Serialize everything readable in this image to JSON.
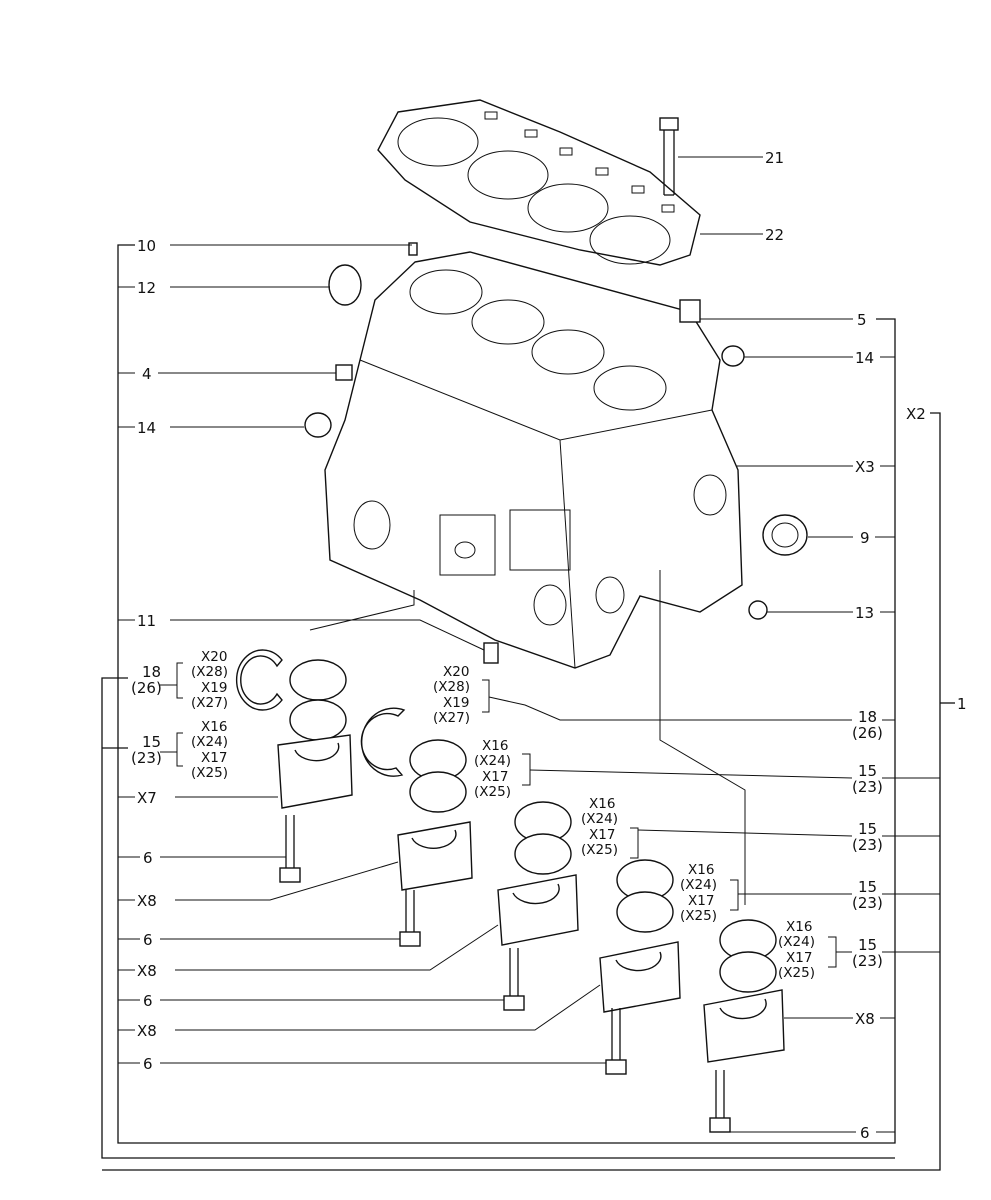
{
  "callouts": {
    "p21": "21",
    "p22": "22",
    "p10": "10",
    "p12": "12",
    "p4": "4",
    "p14_left": "14",
    "p5": "5",
    "p14_right": "14",
    "x2": "X2",
    "x3": "X3",
    "p9": "9",
    "p13": "13",
    "p11": "11",
    "p1": "1",
    "p18_left": "18",
    "p26_left": "(26)",
    "p15_left": "15",
    "p23_left": "(23)",
    "x7": "X7",
    "p6_a": "6",
    "x8_a": "X8",
    "p6_b": "6",
    "x8_b": "X8",
    "p6_c": "6",
    "x8_c": "X8",
    "p6_d": "6",
    "p6_e": "6",
    "x8_right": "X8",
    "p18_right": "18",
    "p26_right": "(26)",
    "p15_r1": "15",
    "p23_r1": "(23)",
    "p15_r2": "15",
    "p23_r2": "(23)",
    "p15_r3": "15",
    "p23_r3": "(23)",
    "p15_r4": "15",
    "p23_r4": "(23)"
  },
  "groups": {
    "thrust_left": [
      "X20",
      "(X28)",
      "X19",
      "(X27)"
    ],
    "bearing_left": [
      "X16",
      "(X24)",
      "X17",
      "(X25)"
    ],
    "thrust_center": [
      "X20",
      "(X28)",
      "X19",
      "(X27)"
    ],
    "bearing_1": [
      "X16",
      "(X24)",
      "X17",
      "(X25)"
    ],
    "bearing_2": [
      "X16",
      "(X24)",
      "X17",
      "(X25)"
    ],
    "bearing_3": [
      "X16",
      "(X24)",
      "X17",
      "(X25)"
    ],
    "bearing_4": [
      "X16",
      "(X24)",
      "X17",
      "(X25)"
    ]
  }
}
